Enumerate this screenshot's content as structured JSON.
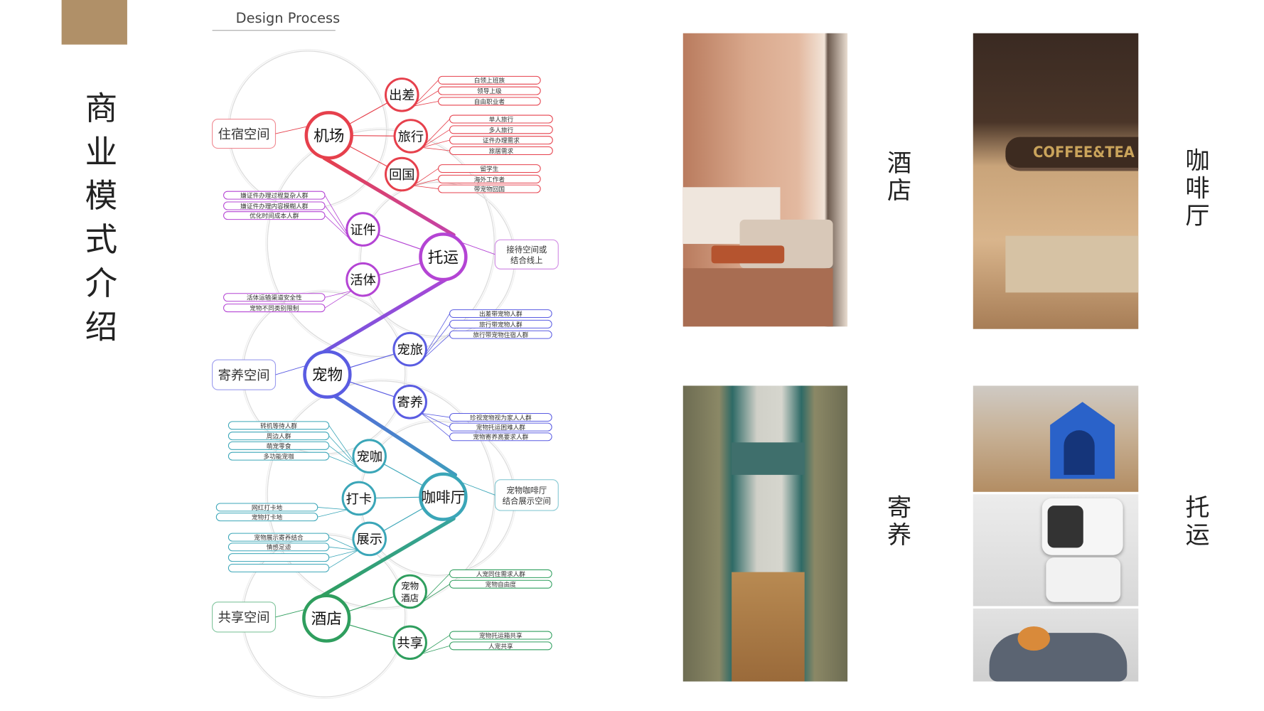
{
  "header": {
    "design_process": "Design Process",
    "accent_color": "#b09068"
  },
  "title": "商业模式介绍",
  "diagram": {
    "hubs": [
      {
        "label": "机场",
        "color": "#e6404c",
        "side_box": [
          "住宿空间"
        ],
        "children": [
          {
            "label": [
              "出差"
            ],
            "items": [
              "白领上班族",
              "领导上级",
              "自由职业者"
            ]
          },
          {
            "label": [
              "旅行"
            ],
            "items": [
              "单人旅行",
              "多人旅行",
              "证件办理需求",
              "旅居需求"
            ]
          },
          {
            "label": [
              "回国"
            ],
            "items": [
              "留学生",
              "海外工作者",
              "带宠物回国"
            ]
          }
        ]
      },
      {
        "label": "托运",
        "color": "#b444d4",
        "side_box": [
          "接待空间或",
          "结合线上"
        ],
        "children": [
          {
            "label": [
              "证件"
            ],
            "items": [
              "嫌证件办理过程复杂人群",
              "嫌证件办理内容模糊人群",
              "优化时间成本人群"
            ]
          },
          {
            "label": [
              "活体"
            ],
            "items": [
              "活体运输渠道安全性",
              "宠物不同类别限制"
            ]
          }
        ]
      },
      {
        "label": "宠物",
        "color": "#5a5ce2",
        "side_box": [
          "寄养空间"
        ],
        "children": [
          {
            "label": [
              "宠旅"
            ],
            "items": [
              "出差带宠物人群",
              "旅行带宠物人群",
              "旅行带宠物住宿人群"
            ]
          },
          {
            "label": [
              "寄养"
            ],
            "items": [
              "珍视宠物视为家人人群",
              "宠物托运困难人群",
              "宠物寄养高要求人群"
            ]
          }
        ]
      },
      {
        "label": "咖啡厅",
        "color": "#3ba6b8",
        "side_box": [
          "宠物咖啡厅",
          "结合展示空间"
        ],
        "children": [
          {
            "label": [
              "宠咖"
            ],
            "items": [
              "转机等待人群",
              "周边人群",
              "萌宠零食",
              "多功能宠咖"
            ]
          },
          {
            "label": [
              "打卡"
            ],
            "items": [
              "网红打卡地",
              "宠物打卡地"
            ]
          },
          {
            "label": [
              "展示"
            ],
            "items": [
              "宠物展示寄养结合",
              "情感足迹",
              "",
              ""
            ]
          }
        ]
      },
      {
        "label": "酒店",
        "color": "#2f9e5e",
        "side_box": [
          "共享空间"
        ],
        "children": [
          {
            "label": [
              "宠物",
              "酒店"
            ],
            "items": [
              "人宠同住需求人群",
              "宠物自由度"
            ]
          },
          {
            "label": [
              "共享"
            ],
            "items": [
              "宠物托运箱共享",
              "人宠共享"
            ]
          }
        ]
      }
    ]
  },
  "photos": [
    {
      "label": "酒店"
    },
    {
      "label": "咖啡厅",
      "sign": "COFFEE&TEA"
    },
    {
      "label": "寄养"
    },
    {
      "label": "托运"
    }
  ]
}
